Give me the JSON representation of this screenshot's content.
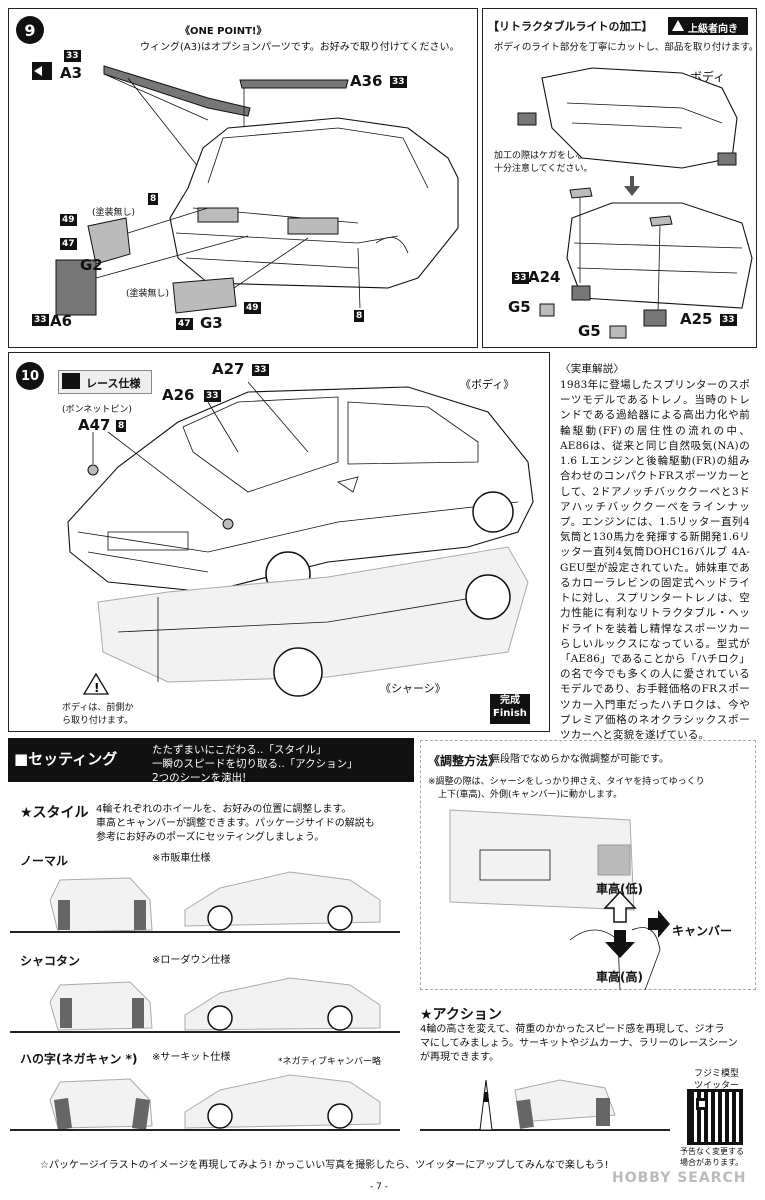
{
  "step9": {
    "number": "9",
    "one_point_title": "《ONE POINT!》",
    "one_point_text": "ウィング(A3)はオプションパーツです。お好みで取り付けてください。",
    "labels": {
      "a3": "A3",
      "a3_num": "33",
      "a36": "A36",
      "a36_num": "33",
      "g2": "G2",
      "g3": "G3",
      "a6": "A6",
      "a6_num": "33",
      "n8a": "8",
      "n8b": "8",
      "n49a": "49",
      "n47a": "47",
      "n49b": "49",
      "n47b": "47",
      "unpainted1": "(塗装無し)",
      "unpainted2": "(塗装無し)"
    }
  },
  "retract": {
    "title": "【リトラクタブルライトの加工】",
    "badge": "上級者向き",
    "text": "ボディのライト部分を丁寧にカットし、部品を取り付けます。",
    "body_label": "ボディ",
    "caution": "加工の際はケガをしないよう十分注意してください。",
    "a24": "A24",
    "a24_num": "33",
    "a25": "A25",
    "a25_num": "33",
    "g5a": "G5",
    "g5b": "G5"
  },
  "step10": {
    "number": "10",
    "race_spec": "レース仕様",
    "a27": "A27",
    "a27_num": "33",
    "a26": "A26",
    "a26_num": "33",
    "bonnet_pin": "(ボンネットピン)",
    "a47": "A47",
    "a47_num": "8",
    "body_label": "《ボディ》",
    "chassis_label": "《シャーシ》",
    "attach_note": "ボディは、前側から取り付けます。",
    "complete": "完成",
    "finish": "Finish"
  },
  "commentary": {
    "title": "〈実車解説〉",
    "text": "1983年に登場したスプリンターのスポーツモデルであるトレノ。当時のトレンドである過給器による高出力化や前輪駆動(FF)の居住性の流れの中、AE86は、従来と同じ自然吸気(NA)の1.6 Lエンジンと後輪駆動(FR)の組み合わせのコンパクトFRスポーツカーとして、2ドアノッチバッククーペと3ドアハッチバッククーペをラインナップ。エンジンには、1.5リッター直列4気筒と130馬力を発揮する新開発1.6リッター直列4気筒DOHC16バルブ 4A-GEU型が設定されていた。姉妹車であるカローラレビンの固定式ヘッドライトに対し、スプリンタートレノは、空力性能に有利なリトラクタブル・ヘッドライトを装着し精悍なスポーツカーらしいルックスになっている。型式が「AE86」であることから「ハチロク」の名で今でも多くの人に愛されているモデルであり、お手軽価格のFRスポーツカー入門車だったハチロクは、今やプレミア価格のネオクラシックスポーツカーへと変貌を遂げている。"
  },
  "setting": {
    "header": "■セッティング",
    "tagline1": "たたずまいにこだわる..「スタイル」",
    "tagline2": "一瞬のスピードを切り取る..「アクション」",
    "tagline3": "2つのシーンを演出!",
    "style_title": "★スタイル",
    "style_text1": "4輪それぞれのホイールを、お好みの位置に調整します。",
    "style_text2": "車高とキャンバーが調整できます。パッケージサイドの解説も",
    "style_text3": "参考にお好みのポーズにセッティングしましょう。",
    "normal": "ノーマル",
    "normal_note": "※市販車仕様",
    "shakotan": "シャコタン",
    "shakotan_note": "※ローダウン仕様",
    "hanoji": "ハの字(ネガキャン *)",
    "hanoji_note": "※サーキット仕様",
    "negative_note": "*ネガティブキャンバー略",
    "footer": "☆パッケージイラストのイメージを再現してみよう! かっこいい写真を撮影したら、ツイッターにアップしてみんなで楽しもう!"
  },
  "adjust": {
    "title": "《調整方法》",
    "subtitle": "無段階でなめらかな微調整が可能です。",
    "note1": "※調整の際は、シャーシをしっかり押さえ、タイヤを持ってゆっくり",
    "note2": "上下(車高)、外側(キャンバー)に動かします。",
    "low": "車高(低)",
    "high": "車高(高)",
    "camber": "キャンバー"
  },
  "action": {
    "title": "★アクション",
    "text1": "4輪の高さを変えて、荷重のかかったスピード感を再現して、ジオラ",
    "text2": "マにしてみましょう。サーキットやジムカーナ、ラリーのレースシーン",
    "text3": "が再現できます。",
    "twitter1": "フジミ模型",
    "twitter2": "ツイッター",
    "notice1": "予告なく変更する",
    "notice2": "場合があります。"
  },
  "page_number": "- 7 -",
  "watermark": "HOBBY SEARCH"
}
